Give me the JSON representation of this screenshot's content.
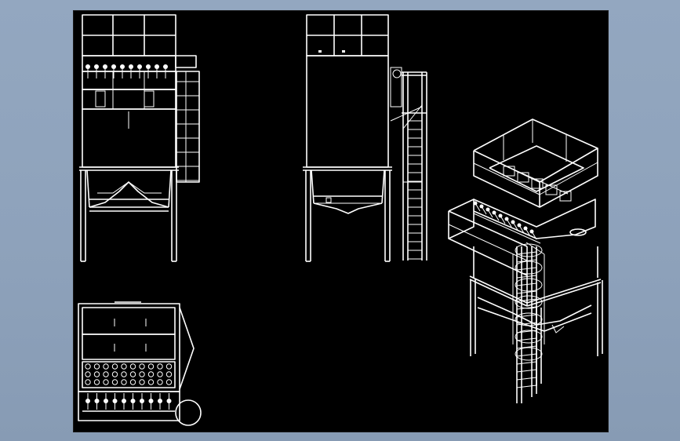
{
  "colors": {
    "background_gradient": [
      "#93a7c0",
      "#879bb4"
    ],
    "canvas": "#000000",
    "linework": "#ffffff"
  },
  "views": [
    {
      "id": "front-elevation"
    },
    {
      "id": "side-elevation"
    },
    {
      "id": "plan-view"
    },
    {
      "id": "isometric-view"
    }
  ]
}
